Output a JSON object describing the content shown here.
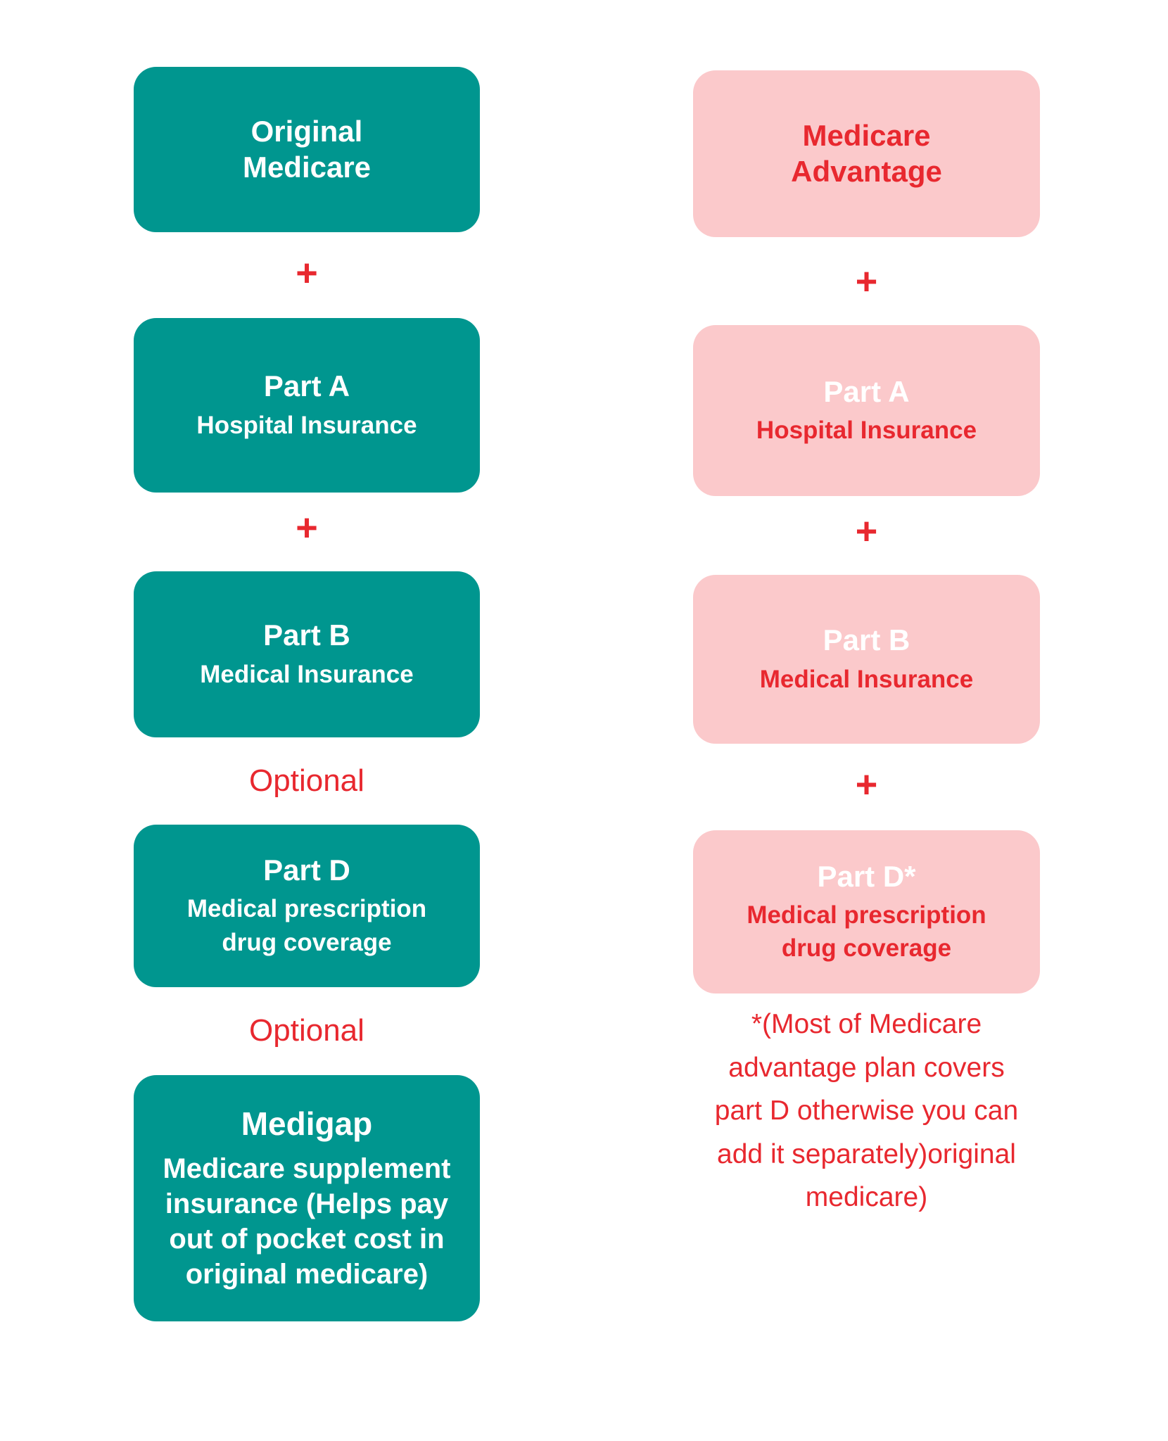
{
  "colors": {
    "teal": "#00968f",
    "pink": "#fbc9cb",
    "red": "#e8282f",
    "white": "#ffffff"
  },
  "left": {
    "header": "Original\nMedicare",
    "plus": "+",
    "part_a_title": "Part A",
    "part_a_subtitle": "Hospital Insurance",
    "part_b_title": "Part B",
    "part_b_subtitle": "Medical Insurance",
    "optional": "Optional",
    "part_d_title": "Part D",
    "part_d_subtitle": "Medical prescription\ndrug coverage",
    "medigap_title": "Medigap",
    "medigap_subtitle": "Medicare supplement\ninsurance (Helps pay\nout of pocket cost in\noriginal medicare)"
  },
  "right": {
    "header": "Medicare\nAdvantage",
    "plus": "+",
    "part_a_title": "Part A",
    "part_a_subtitle": "Hospital Insurance",
    "part_b_title": "Part B",
    "part_b_subtitle": "Medical Insurance",
    "part_d_title": "Part D*",
    "part_d_subtitle": "Medical prescription\ndrug coverage",
    "footnote": "*(Most of Medicare\nadvantage plan covers\npart D otherwise you can\nadd it separately)original\nmedicare)"
  }
}
